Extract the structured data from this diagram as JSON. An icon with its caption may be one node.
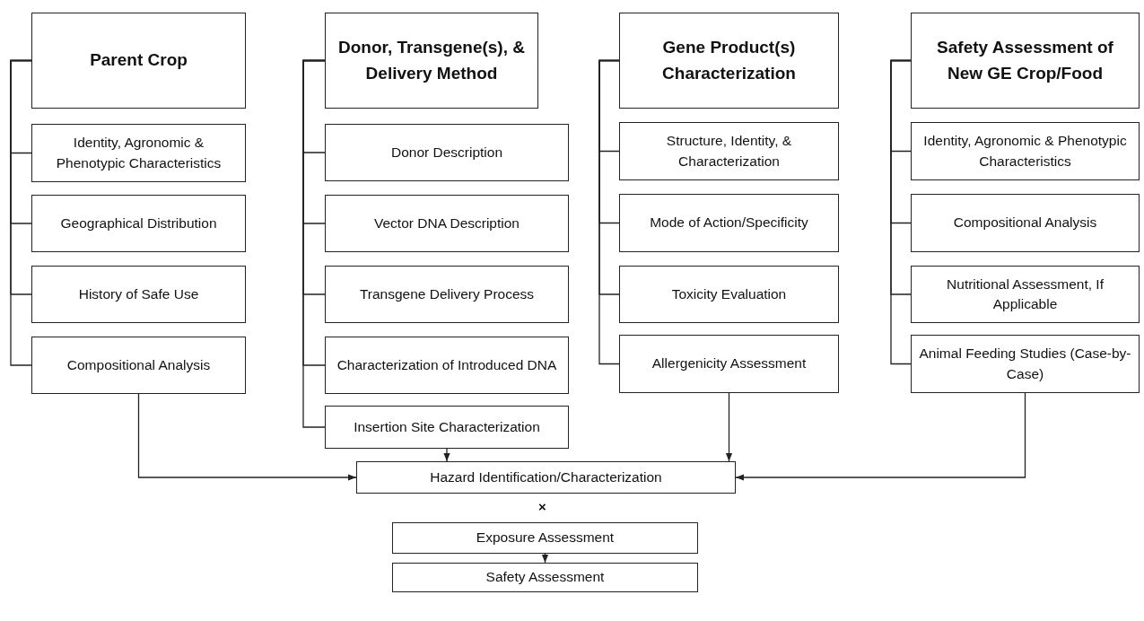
{
  "diagram": {
    "nodes": [
      {
        "text": [
          "Parent Crop"
        ]
      },
      {
        "text": [
          "Identity, Agronomic & Phenotypic Characteristics"
        ]
      },
      {
        "text": [
          "Geographical Distribution"
        ]
      },
      {
        "text": [
          "History of Safe Use"
        ]
      },
      {
        "text": [
          "Compositional Analysis"
        ]
      },
      {
        "text": [
          "Donor, Transgene(s), & Delivery Method"
        ]
      },
      {
        "text": [
          "Donor Description"
        ]
      },
      {
        "text": [
          "Vector DNA Description"
        ]
      },
      {
        "text": [
          "Transgene Delivery Process"
        ]
      },
      {
        "text": [
          "Characterization of Introduced DNA"
        ]
      },
      {
        "text": [
          "Insertion Site Characterization"
        ]
      },
      {
        "text": [
          "Gene Product(s) Characterization"
        ]
      },
      {
        "text": [
          "Structure, Identity, & Characterization"
        ]
      },
      {
        "text": [
          "Mode of Action/Specificity"
        ]
      },
      {
        "text": [
          "Toxicity Evaluation"
        ]
      },
      {
        "text": [
          "Allergenicity Assessment"
        ]
      },
      {
        "text": [
          "Safety Assessment of New GE Crop/Food"
        ]
      },
      {
        "text": [
          "Identity, Agronomic & Phenotypic Characteristics"
        ]
      },
      {
        "text": [
          "Compositional Analysis"
        ]
      },
      {
        "text": [
          "Nutritional Assessment, If Applicable"
        ]
      },
      {
        "text": [
          "Animal Feeding Studies (Case-by-Case)"
        ]
      },
      {
        "text": [
          "Hazard Identification/Characterization"
        ]
      },
      {
        "text": [
          "Exposure Assessment"
        ]
      },
      {
        "text": [
          "Safety Assessment"
        ]
      }
    ],
    "edges": [
      {
        "from": 0,
        "to": 1,
        "arrow": "none"
      },
      {
        "from": 0,
        "to": 2,
        "arrow": "none"
      },
      {
        "from": 0,
        "to": 3,
        "arrow": "none"
      },
      {
        "from": 0,
        "to": 4,
        "arrow": "none"
      },
      {
        "from": 5,
        "to": 6,
        "arrow": "none"
      },
      {
        "from": 5,
        "to": 7,
        "arrow": "none"
      },
      {
        "from": 5,
        "to": 8,
        "arrow": "none"
      },
      {
        "from": 5,
        "to": 9,
        "arrow": "none"
      },
      {
        "from": 5,
        "to": 10,
        "arrow": "none"
      },
      {
        "from": 11,
        "to": 12,
        "arrow": "none"
      },
      {
        "from": 11,
        "to": 13,
        "arrow": "none"
      },
      {
        "from": 11,
        "to": 14,
        "arrow": "none"
      },
      {
        "from": 11,
        "to": 15,
        "arrow": "none"
      },
      {
        "from": 16,
        "to": 17,
        "arrow": "none"
      },
      {
        "from": 16,
        "to": 18,
        "arrow": "none"
      },
      {
        "from": 16,
        "to": 19,
        "arrow": "none"
      },
      {
        "from": 16,
        "to": 20,
        "arrow": "none"
      },
      {
        "from": 4,
        "to": 21,
        "arrow": "to"
      },
      {
        "from": 10,
        "to": 21,
        "arrow": "to"
      },
      {
        "from": 15,
        "to": 21,
        "arrow": "to"
      },
      {
        "from": 20,
        "to": 21,
        "arrow": "to"
      },
      {
        "from": 22,
        "to": 23,
        "arrow": "to"
      }
    ],
    "labels": [
      "×"
    ]
  }
}
